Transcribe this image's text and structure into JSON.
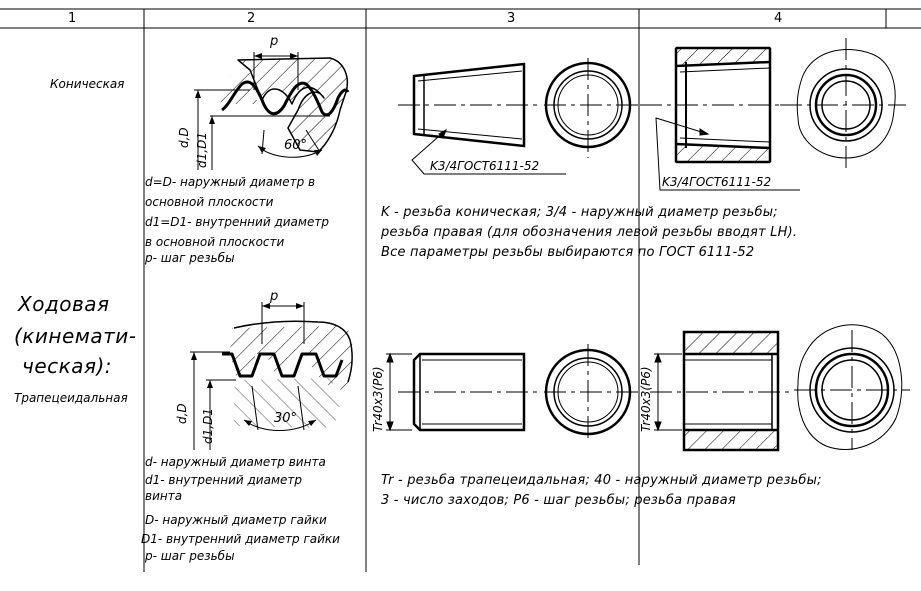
{
  "columns": [
    "1",
    "2",
    "3",
    "4"
  ],
  "row1": {
    "title": "Коническая",
    "dims": {
      "pitch": "p",
      "angle": "60°",
      "diameter": "d,D",
      "inner_diameter": "d1,D1"
    },
    "legend": [
      "d=D- наружный диаметр в",
      "основной плоскости",
      "d1=D1- внутренний диаметр",
      "в основной плоскости",
      "p- шаг резьбы"
    ],
    "designation_ext": "K3/4ГОСТ6111-52",
    "designation_int": "K3/4ГОСТ6111-52",
    "notes": [
      "K  -  резьба коническая;  3/4  -  наружный диаметр резьбы;",
      "резьба правая (для обозначения левой резьбы вводят LH).",
      "Все параметры резьбы выбираются по ГОСТ 6111-52"
    ]
  },
  "row2": {
    "title_lines": [
      "Ходовая",
      "(кинемати-",
      "ческая):"
    ],
    "subtitle": "Трапецеидальная",
    "dims": {
      "pitch": "p",
      "angle": "30°",
      "diameter": "d,D",
      "inner_diameter": "d1,D1"
    },
    "legend": [
      "d- наружный диаметр винта",
      "d1- внутренний диаметр",
      "винта",
      "D- наружный диаметр гайки",
      "D1- внутренний диаметр гайки",
      "p- шаг резьбы"
    ],
    "designation_ext": "Tr40x3(P6)",
    "designation_int": "Tr40x3(P6)",
    "notes": [
      "Tr  -  резьба трапецеидальная;  40  -  наружный диаметр резьбы;",
      "3  -  число заходов;  P6  -  шаг резьбы;  резьба правая"
    ]
  }
}
